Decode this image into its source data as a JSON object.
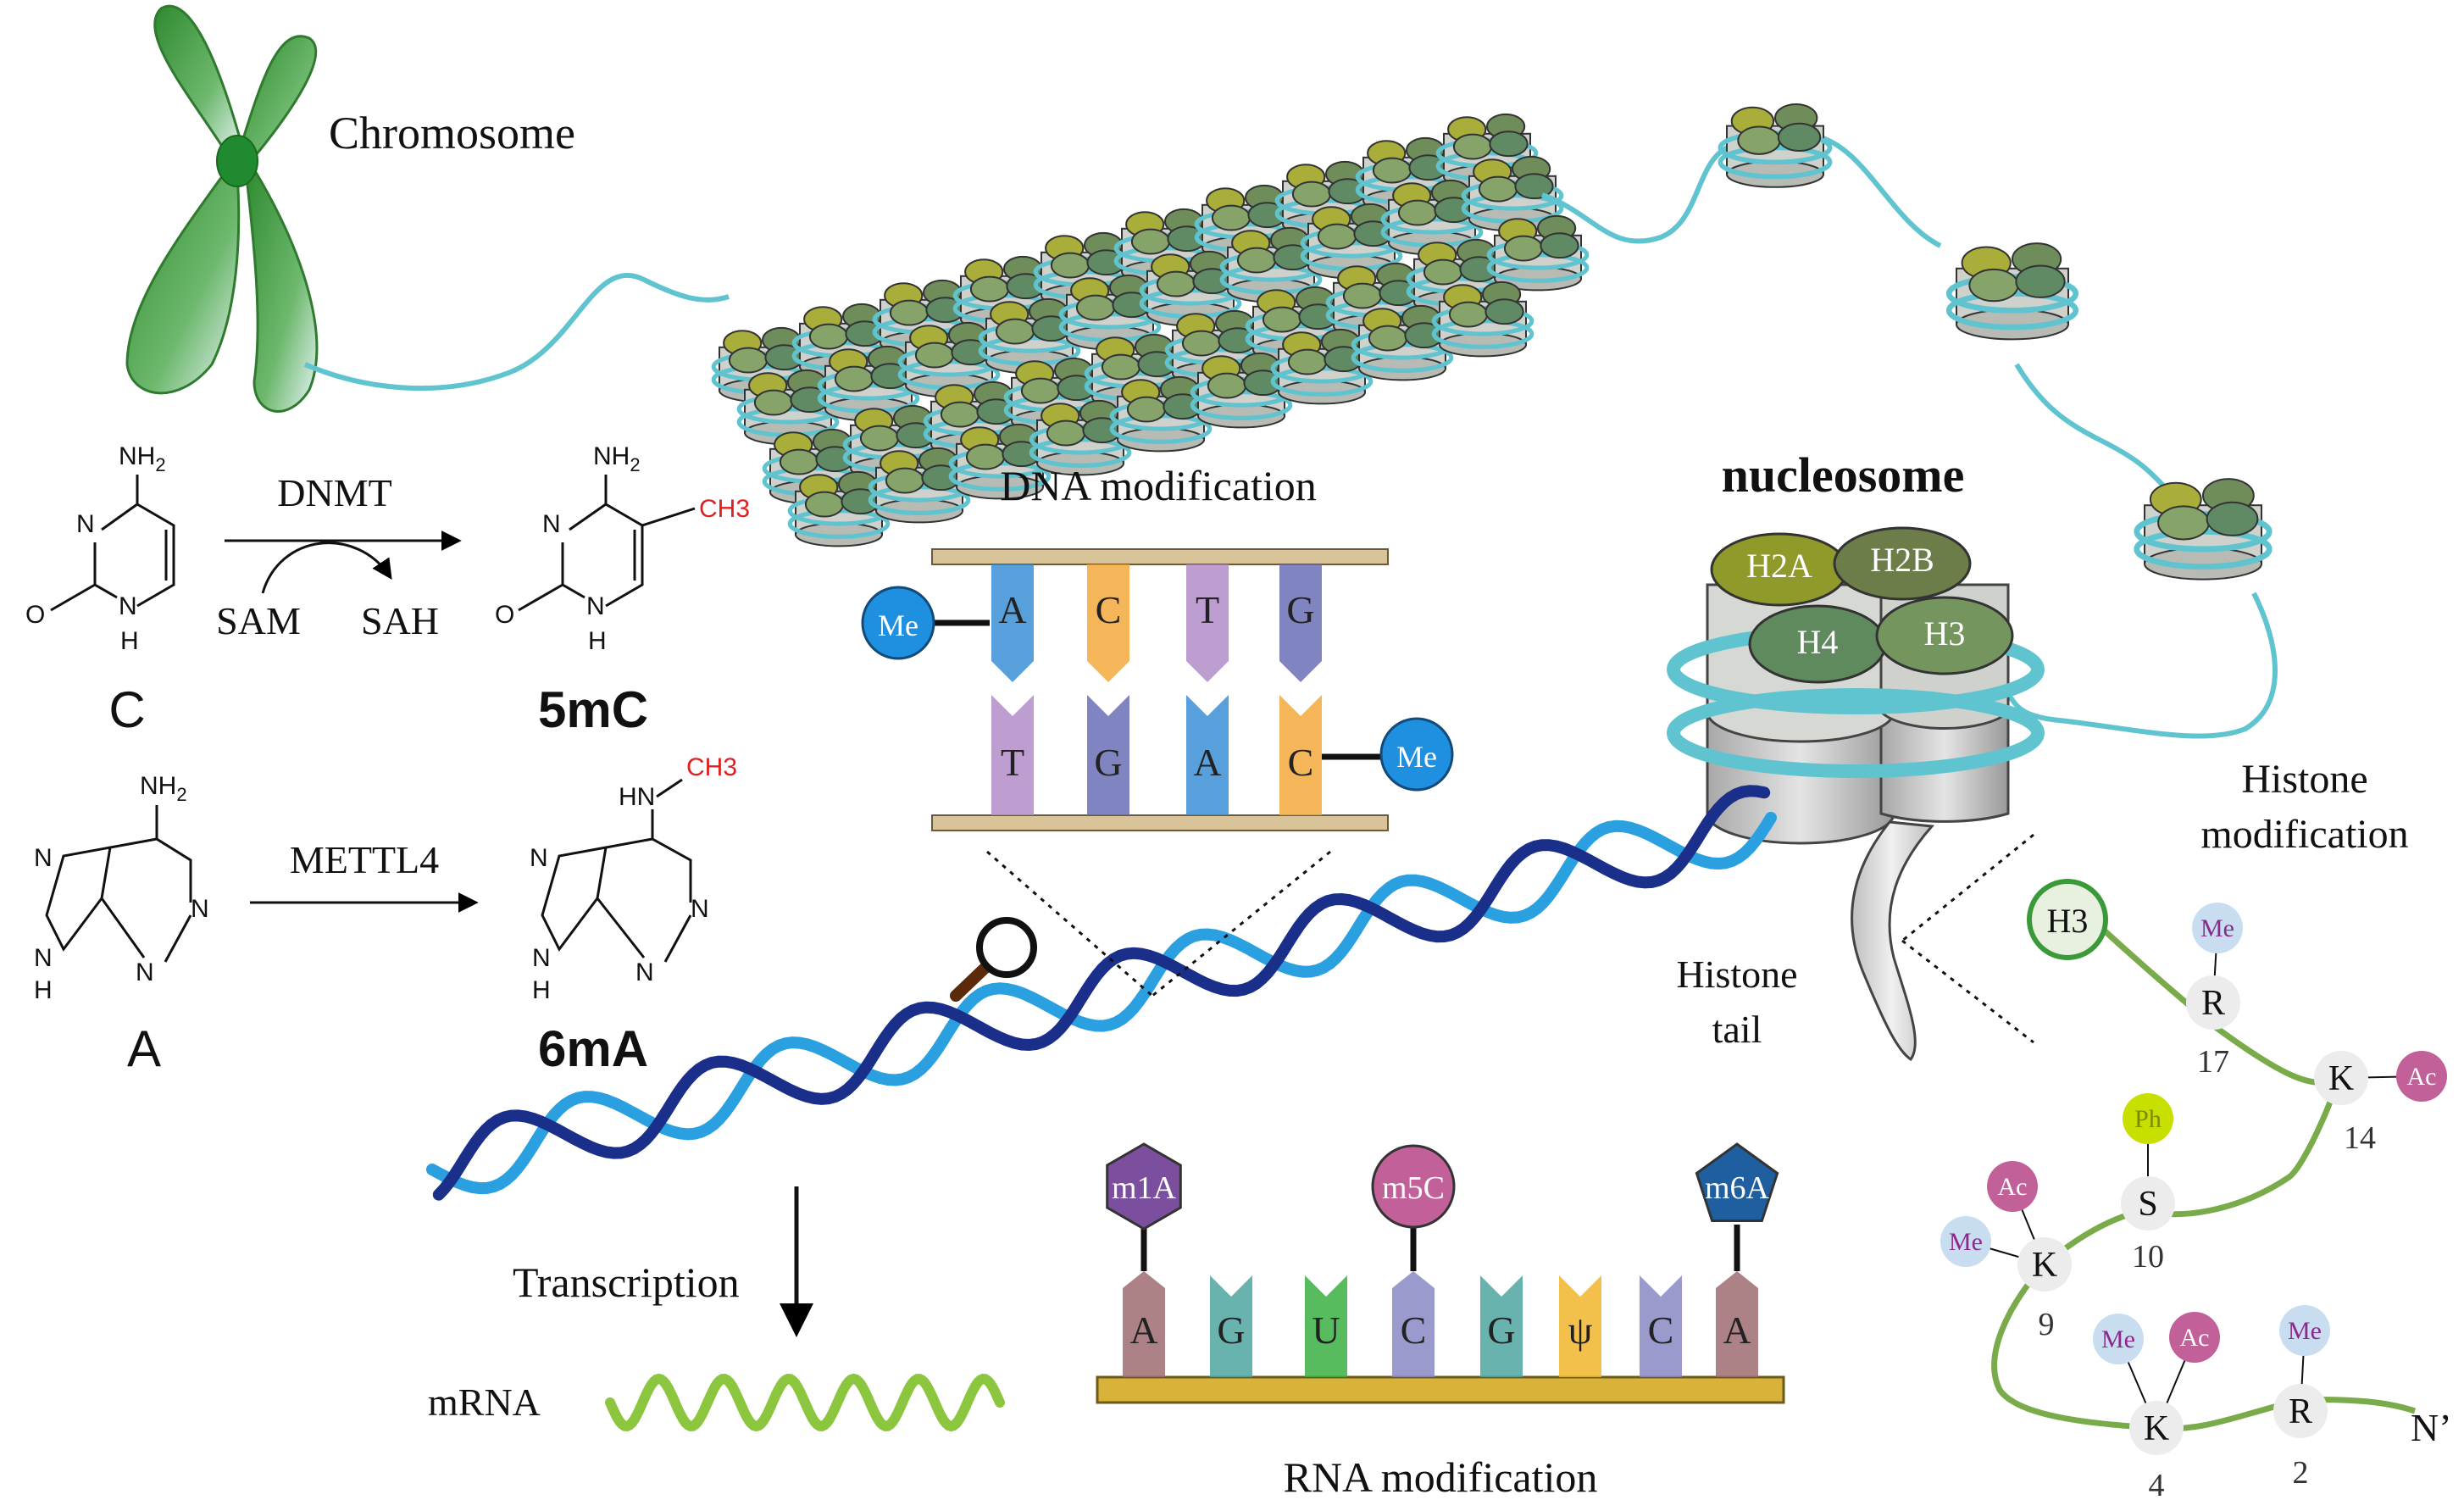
{
  "labels": {
    "chromosome": "Chromosome",
    "nucleosome": "nucleosome",
    "dna_modification": "DNA modification",
    "rna_modification": "RNA modification",
    "histone_modification_line1": "Histone",
    "histone_modification_line2": "modification",
    "histone_tail_line1": "Histone",
    "histone_tail_line2": "tail",
    "transcription": "Transcription",
    "mrna": "mRNA"
  },
  "reactions": {
    "c_to_5mc": {
      "enzyme": "DNMT",
      "cofactor_in": "SAM",
      "cofactor_out": "SAH",
      "substrate": "C",
      "product": "5mC",
      "substrate_groups": {
        "amino": "NH2",
        "n_ring": "N",
        "nh": "N",
        "h": "H",
        "oxo": "O"
      },
      "product_methyl": "CH3"
    },
    "a_to_6ma": {
      "enzyme": "METTL4",
      "substrate": "A",
      "product": "6mA",
      "product_nh": "HN",
      "product_methyl": "CH3"
    }
  },
  "nucleosome_subunits": [
    "H2A",
    "H2B",
    "H4",
    "H3"
  ],
  "dna_panel": {
    "top_strand": [
      "A",
      "C",
      "T",
      "G"
    ],
    "bottom_strand": [
      "T",
      "G",
      "A",
      "C"
    ],
    "methyl_label": "Me",
    "colors": [
      "#3a8fd6",
      "#f2a93b",
      "#b38cc8",
      "#6a6fb5"
    ]
  },
  "rna_panel": {
    "bases": [
      "A",
      "G",
      "U",
      "C",
      "G",
      "ψ",
      "C",
      "A"
    ],
    "mods": [
      {
        "label": "m1A",
        "position": 0,
        "shape": "hexagon",
        "color": "#7b4f9e"
      },
      {
        "label": "m5C",
        "position": 3,
        "shape": "circle",
        "color": "#c2609a"
      },
      {
        "label": "m6A",
        "position": 7,
        "shape": "pentagon",
        "color": "#1f5fa0"
      }
    ],
    "base_colors": [
      "#9d6c72",
      "#4fa6a0",
      "#3bb043",
      "#8a88c4",
      "#4fa6a0",
      "#f2b52d",
      "#8a88c4",
      "#9d6c72"
    ]
  },
  "histone_tail": {
    "anchor": "H3",
    "terminus": "N’",
    "residues": [
      {
        "aa": "R",
        "num": "17",
        "mods": [
          "Me"
        ]
      },
      {
        "aa": "K",
        "num": "14",
        "mods": [
          "Ac"
        ]
      },
      {
        "aa": "S",
        "num": "10",
        "mods": [
          "Ph"
        ]
      },
      {
        "aa": "K",
        "num": "9",
        "mods": [
          "Ac",
          "Me"
        ]
      },
      {
        "aa": "K",
        "num": "4",
        "mods": [
          "Me",
          "Ac"
        ]
      },
      {
        "aa": "R",
        "num": "2",
        "mods": [
          "Me"
        ]
      }
    ],
    "mod_colors": {
      "Me": "#c8def0",
      "Ac": "#c2609a",
      "Ph": "#c8e000"
    }
  },
  "colors": {
    "linker_dna": "#5fc4cf",
    "helix_dark": "#1a2f8a",
    "helix_light": "#2aa0e0",
    "mrna": "#8cc63f",
    "tail_line": "#7aab4a",
    "methyl_red": "#e02020"
  },
  "icons": [
    "magnifier-icon",
    "arrow-icon"
  ]
}
